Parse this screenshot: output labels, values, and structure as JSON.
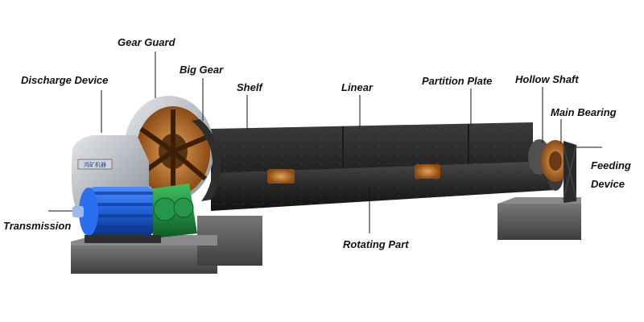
{
  "labels": {
    "gear_guard": "Gear Guard",
    "big_gear": "Big Gear",
    "discharge_device": "Discharge Device",
    "shelf": "Shelf",
    "linear": "Linear",
    "partition_plate": "Partition Plate",
    "hollow_shaft": "Hollow Shaft",
    "main_bearing": "Main Bearing",
    "feeding_device_line1": "Feeding",
    "feeding_device_line2": "Device",
    "transmission": "Transmission",
    "rotating_part": "Rotating Part"
  },
  "nameplate_text": "鸿矿机器",
  "colors": {
    "motor_blue": "#1f5fd6",
    "reducer_green": "#1e8a3a",
    "copper": "#c8792a",
    "drum_dark": "#2b2b2b",
    "shelf_dark": "#3a3a3a",
    "base_gray": "#5a5a5a",
    "housing_silver": "#b8bcc4"
  }
}
